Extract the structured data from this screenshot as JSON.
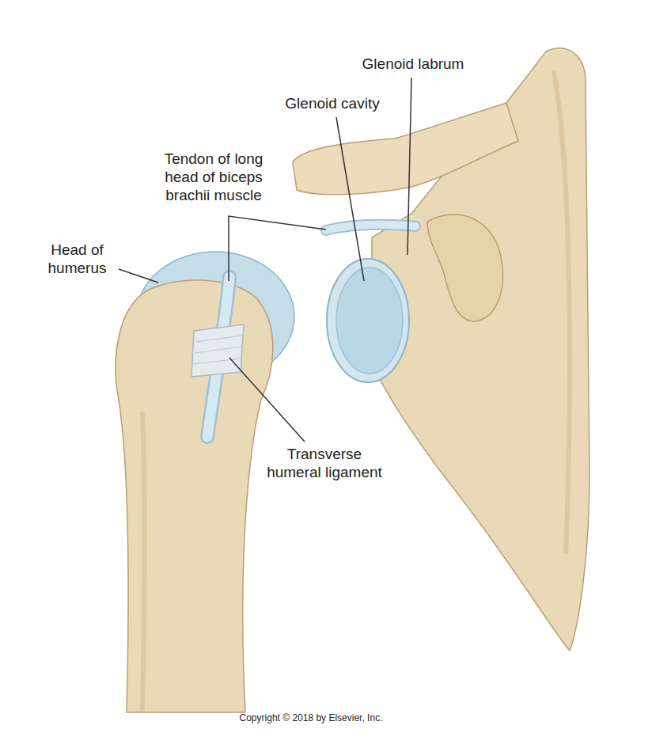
{
  "diagram": {
    "labels": [
      "Glenoid labrum",
      "Glenoid cavity",
      "Tendon of long head of biceps brachii muscle",
      "Head of humerus",
      "Transverse humeral ligament",
      "Copyright © 2018 by Elsevier, Inc."
    ]
  }
}
